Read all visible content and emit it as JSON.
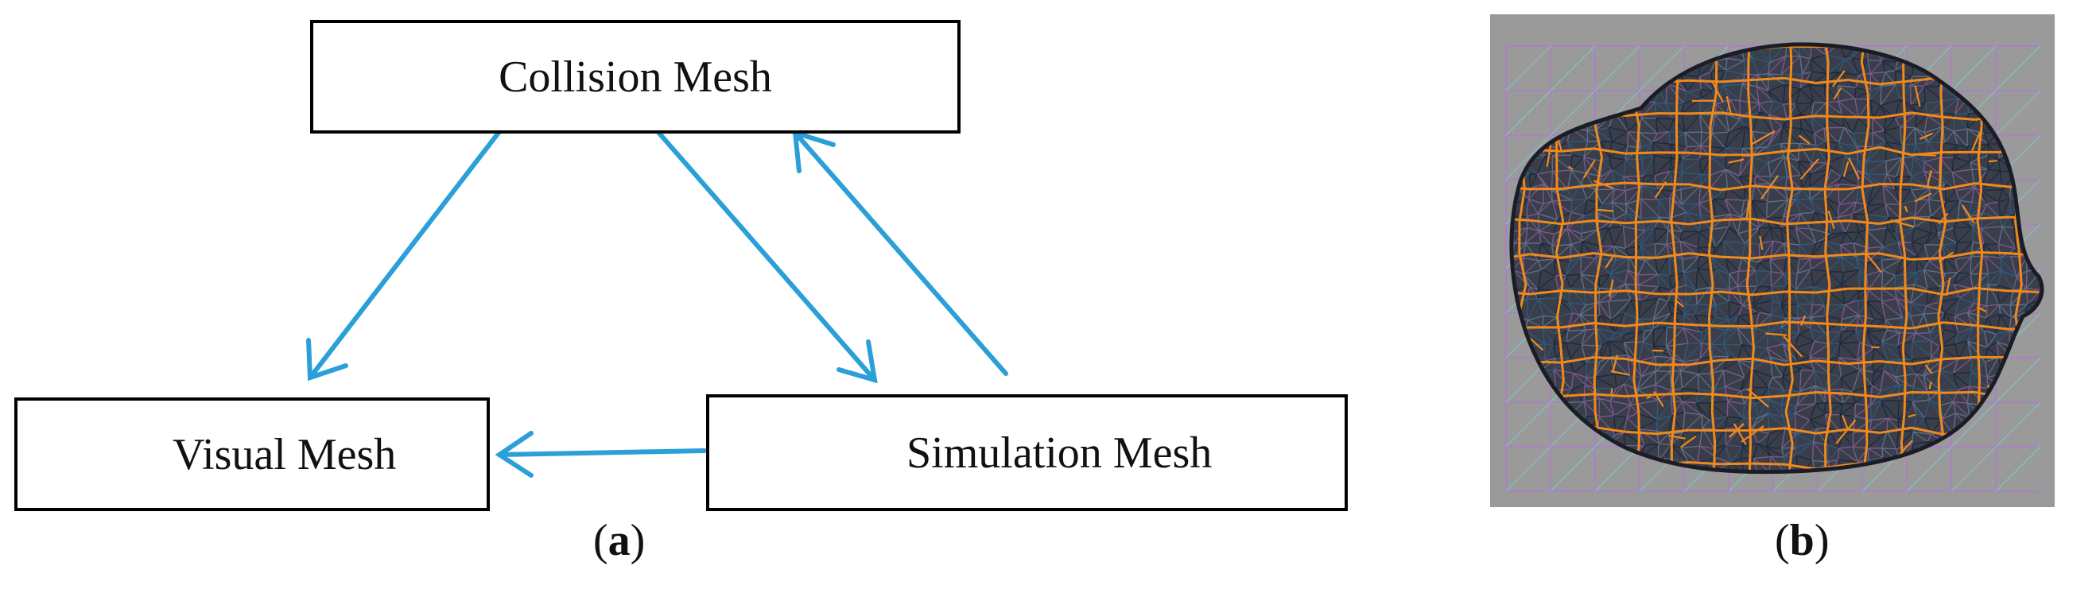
{
  "diagram": {
    "nodes": {
      "collision": "Collision Mesh",
      "visual": "Visual Mesh",
      "simulation": "Simulation Mesh"
    },
    "edges": [
      {
        "from": "Collision Mesh",
        "to": "Visual Mesh"
      },
      {
        "from": "Collision Mesh",
        "to": "Simulation Mesh"
      },
      {
        "from": "Simulation Mesh",
        "to": "Collision Mesh"
      },
      {
        "from": "Simulation Mesh",
        "to": "Visual Mesh"
      }
    ],
    "arrow_color": "#2a9fd8"
  },
  "captions": {
    "a_open": "(",
    "a_letter": "a",
    "a_close": ")",
    "b_open": "(",
    "b_letter": "b",
    "b_close": ")"
  },
  "mesh_image": {
    "background_color": "#9a9a9a",
    "wire_color": "#f08a1c",
    "dense_wire_color": "#1c2a3c",
    "grid_color": "#b07ad0"
  }
}
